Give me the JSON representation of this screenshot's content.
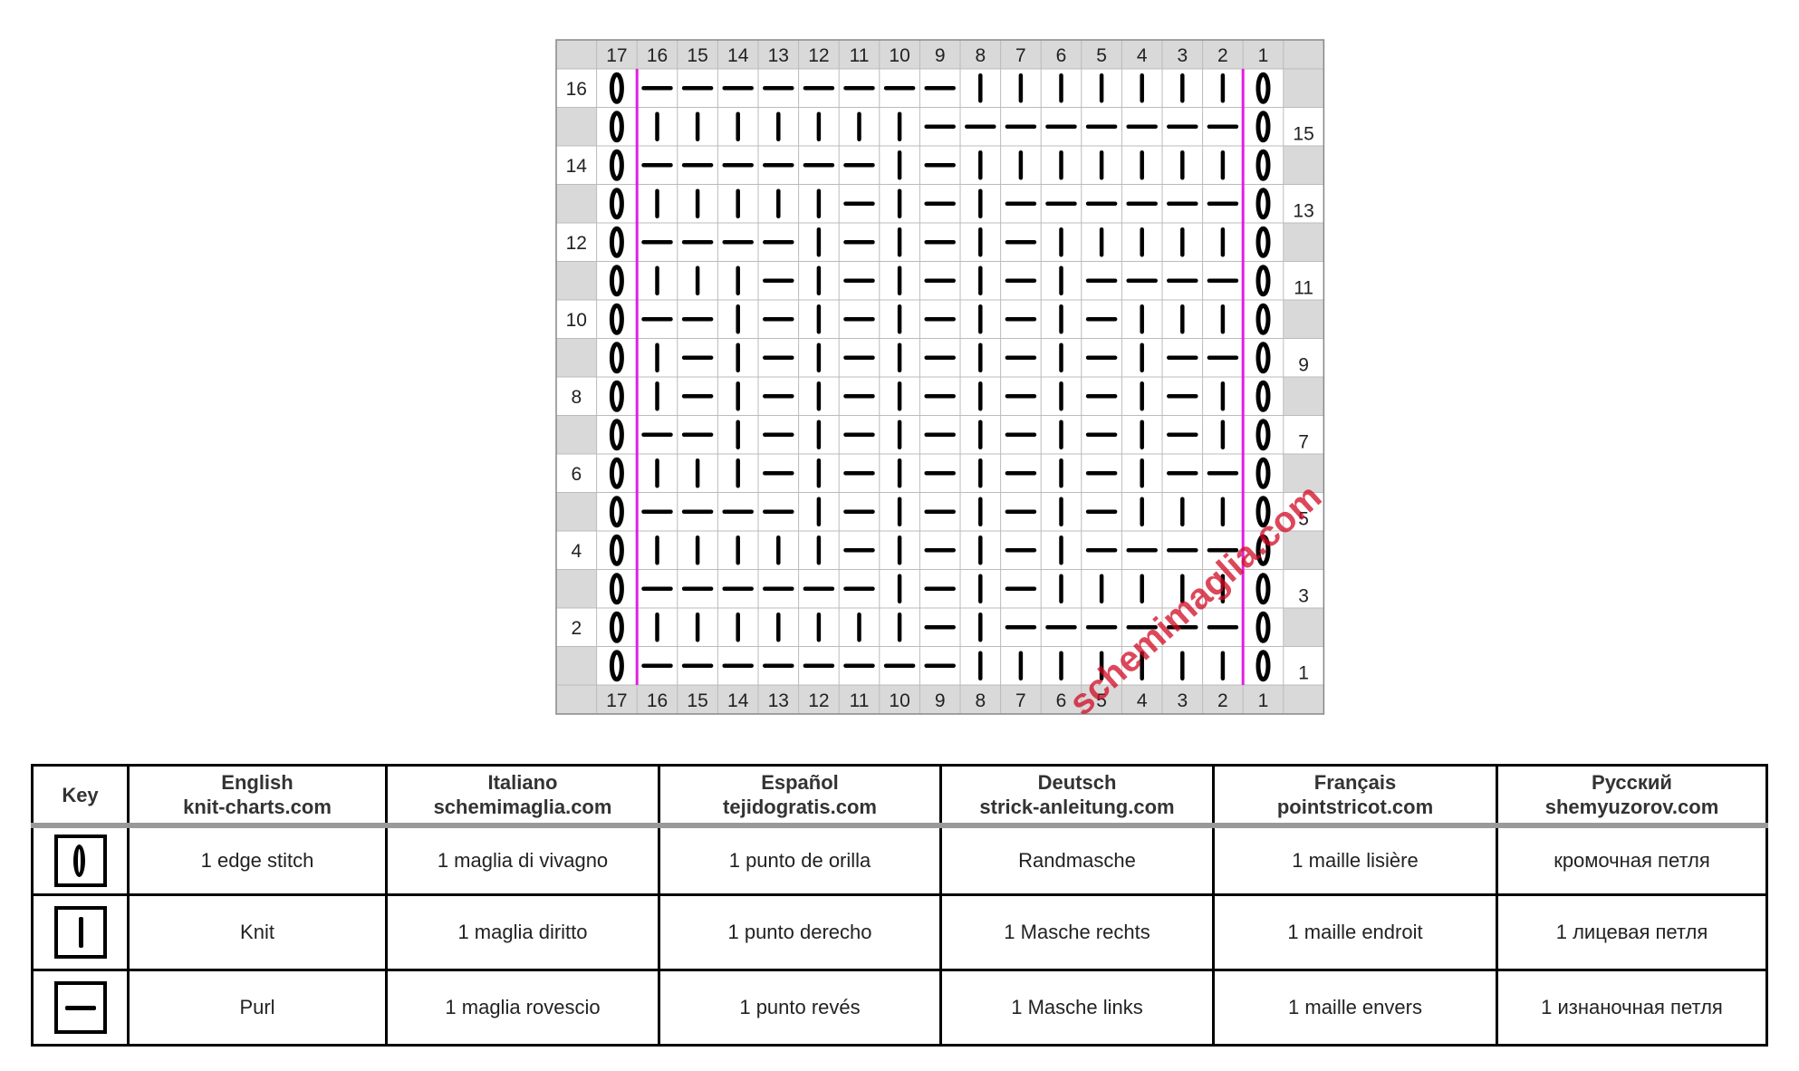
{
  "chart": {
    "col_labels": [
      "17",
      "16",
      "15",
      "14",
      "13",
      "12",
      "11",
      "10",
      "9",
      "8",
      "7",
      "6",
      "5",
      "4",
      "3",
      "2",
      "1"
    ],
    "row_labels_left": [
      "16",
      "14",
      "12",
      "10",
      "8",
      "6",
      "4",
      "2"
    ],
    "row_labels_right": [
      "15",
      "13",
      "11",
      "9",
      "7",
      "5",
      "3",
      "1"
    ],
    "rows_top_to_bottom": [
      "EPPPPPPPPKKKKKKKE",
      "EKKKKKKKPPPPPPPPE",
      "EPPPPPPKPKKKKKKKE",
      "EKKKKKPKPKPPPPPPE",
      "EPPPPKPKPKPKKKKKE",
      "EKKKPKPKPKPKPPPPE",
      "EPPKPKPKPKPKPKKKE",
      "EKPKPKPKPKPKPKPPE",
      "EKPKPKPKPKPKPKPKE",
      "EPPKPKPKPKPKPKPKE",
      "EKKKPKPKPKPKPKPPE",
      "EPPPPKPKPKPKPKKKE",
      "EKKKKKPKPKPKPPPPE",
      "EPPPPPPKPKPKKKKKE",
      "EKKKKKKKPKPPPPPPE",
      "EPPPPPPPPKKKKKKKE"
    ],
    "legend_codes": {
      "E": "edge stitch",
      "K": "knit",
      "P": "purl"
    },
    "boundary_line_color": "#e020e0",
    "grid_line_color": "#bbbbbb",
    "header_fill": "#d9d9d9",
    "watermark": "schemimaglia.com"
  },
  "key_table": {
    "headers": [
      {
        "line1": "Key",
        "line2": ""
      },
      {
        "line1": "English",
        "line2": "knit-charts.com"
      },
      {
        "line1": "Italiano",
        "line2": "schemimaglia.com"
      },
      {
        "line1": "Español",
        "line2": "tejidogratis.com"
      },
      {
        "line1": "Deutsch",
        "line2": "strick-anleitung.com"
      },
      {
        "line1": "Français",
        "line2": "pointstricot.com"
      },
      {
        "line1": "Русский",
        "line2": "shemyuzorov.com"
      }
    ],
    "rows": [
      {
        "symbol": "edge-stitch-icon",
        "cells": [
          "1 edge stitch",
          "1 maglia di vivagno",
          "1 punto de orilla",
          "Randmasche",
          "1 maille lisière",
          "кромочная петля"
        ]
      },
      {
        "symbol": "knit-icon",
        "cells": [
          "Knit",
          "1 maglia diritto",
          "1 punto derecho",
          "1 Masche rechts",
          "1 maille endroit",
          "1 лицевая петля"
        ]
      },
      {
        "symbol": "purl-icon",
        "cells": [
          "Purl",
          "1 maglia rovescio",
          "1 punto revés",
          "1 Masche links",
          "1 maille envers",
          "1 изнаночная петля"
        ]
      }
    ]
  }
}
